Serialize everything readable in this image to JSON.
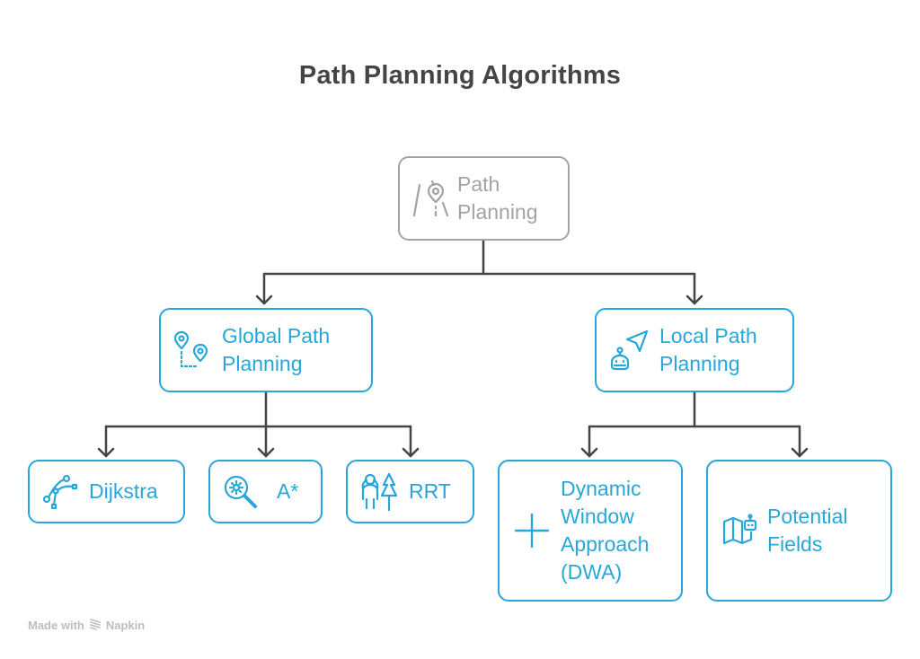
{
  "title": "Path Planning Algorithms",
  "colors": {
    "accent": "#27a7d9",
    "root": "#a3a3a3",
    "connector": "#444444",
    "title": "#454545",
    "footer": "#bdbdbd"
  },
  "root": {
    "label": "Path\nPlanning",
    "icon": "road-pin-icon"
  },
  "branches": [
    {
      "label": "Global Path\nPlanning",
      "icon": "route-pins-icon",
      "children": [
        {
          "label": "Dijkstra",
          "icon": "bezier-path-icon"
        },
        {
          "label": "A*",
          "icon": "search-gear-icon"
        },
        {
          "label": "RRT",
          "icon": "hiker-tree-icon"
        }
      ]
    },
    {
      "label": "Local Path\nPlanning",
      "icon": "robot-navigation-icon",
      "children": [
        {
          "label": "Dynamic\nWindow\nApproach\n(DWA)",
          "icon": "plus-icon"
        },
        {
          "label": "Potential\nFields",
          "icon": "map-robot-icon"
        }
      ]
    }
  ],
  "footer": {
    "prefix": "Made with",
    "brand": "Napkin",
    "icon": "napkin-logo-icon"
  }
}
